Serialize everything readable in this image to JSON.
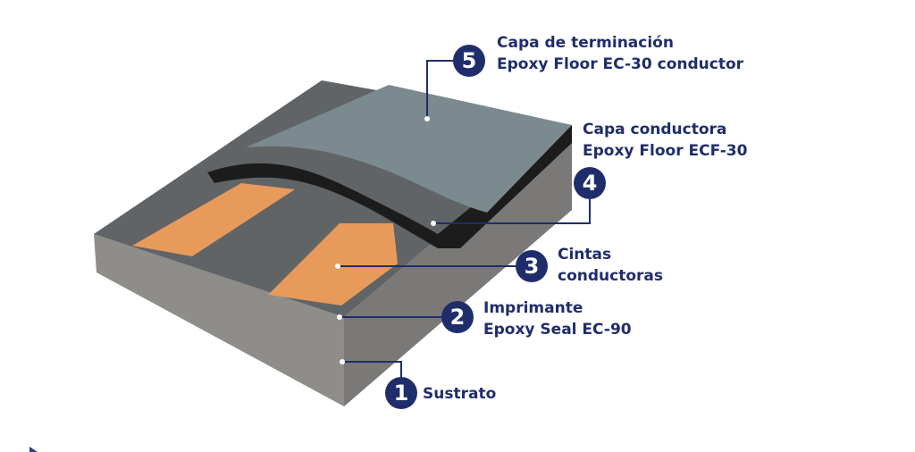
{
  "colors": {
    "accent": "#1f2d6b",
    "substrate": "#8a8a88",
    "primer": "#5e6163",
    "tape": "#e99a5a",
    "conductive": "#1c1c1c",
    "finish": "#7b8a8e"
  },
  "layers": [
    {
      "number": "1",
      "line1": "Sustrato",
      "line2": ""
    },
    {
      "number": "2",
      "line1": "Imprimante",
      "line2": "Epoxy Seal EC-90"
    },
    {
      "number": "3",
      "line1": "Cintas",
      "line2": "conductoras"
    },
    {
      "number": "4",
      "line1": "Capa conductora",
      "line2": "Epoxy Floor ECF-30"
    },
    {
      "number": "5",
      "line1": "Capa de terminación",
      "line2": "Epoxy Floor EC-30 conductor"
    }
  ]
}
